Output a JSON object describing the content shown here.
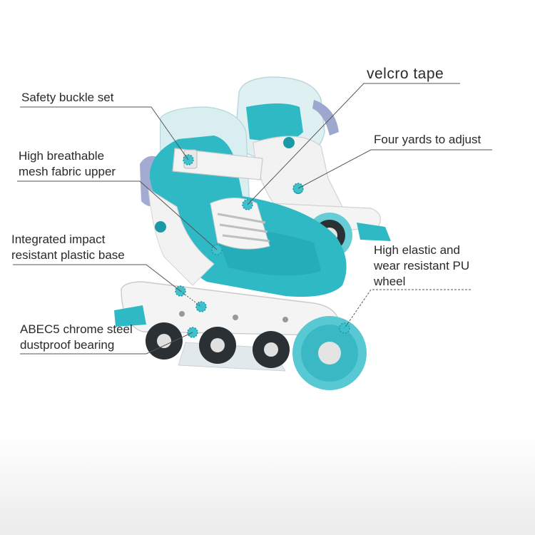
{
  "colors": {
    "accent": "#2fb9c4",
    "accent_dark": "#1a9aa6",
    "white_shell": "#f4f4f4",
    "liner": "#cfe8ec",
    "leader_line": "#555555"
  },
  "callouts": {
    "safety_buckle": "Safety buckle set",
    "mesh_line1": "High breathable",
    "mesh_line2": "mesh fabric upper",
    "base_line1": "Integrated impact",
    "base_line2": "resistant plastic base",
    "bearing_line1": "ABEC5 chrome steel",
    "bearing_line2": "dustproof bearing",
    "velcro": "velcro tape",
    "four_yards": "Four yards to adjust",
    "wheel_line1": "High elastic and",
    "wheel_line2": "wear resistant PU",
    "wheel_line3": "wheel"
  }
}
